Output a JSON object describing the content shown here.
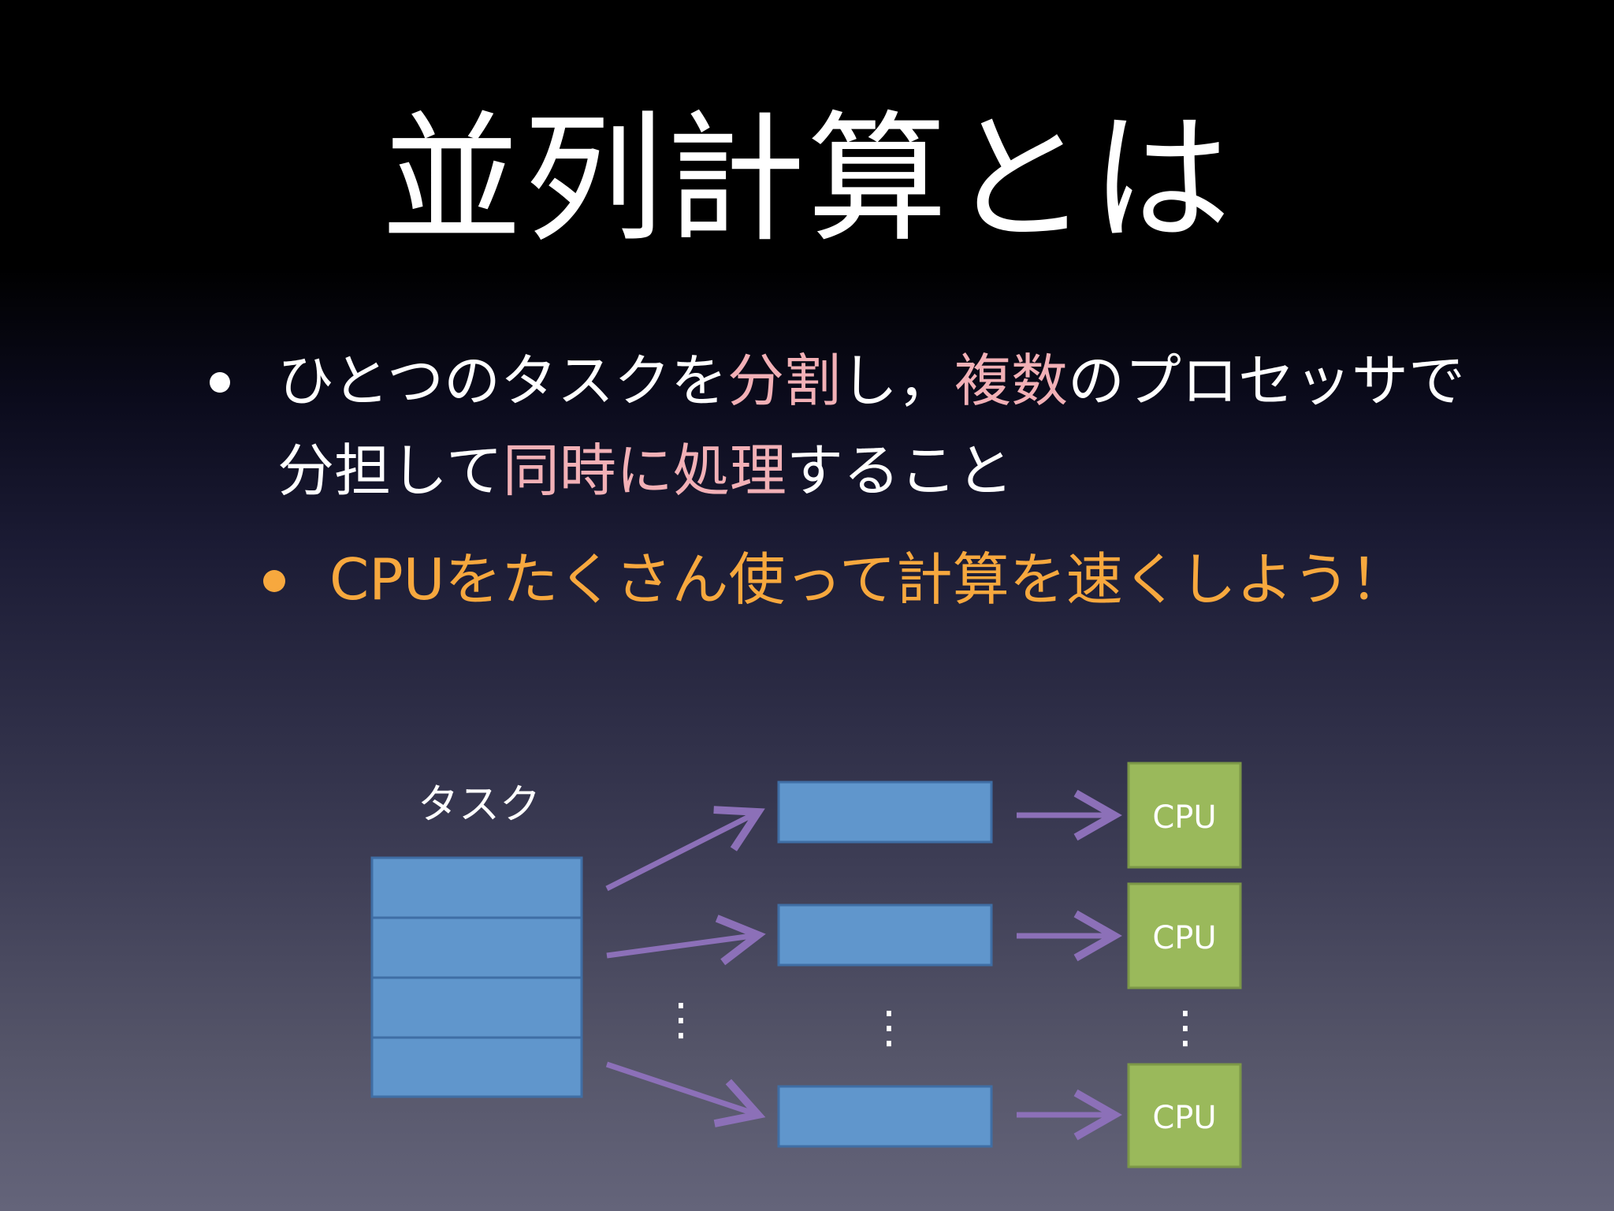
{
  "title": "並列計算とは",
  "bullet1": {
    "segments": [
      {
        "text": "ひとつのタスクを",
        "style": "white"
      },
      {
        "text": "分割",
        "style": "pink"
      },
      {
        "text": "し，",
        "style": "white"
      },
      {
        "text": "複数",
        "style": "pink"
      },
      {
        "text": "のプロセッサで",
        "style": "white"
      }
    ],
    "continuation": [
      {
        "text": "分担して",
        "style": "white"
      },
      {
        "text": "同時に処理",
        "style": "pink"
      },
      {
        "text": "すること",
        "style": "white"
      }
    ]
  },
  "bullet2": {
    "text": "CPUをたくさん使って計算を速くしよう！"
  },
  "diagram": {
    "task_label": "タスク",
    "cpu_label": "CPU",
    "ellipsis": "⋮",
    "colors": {
      "task_block": "#6096cc",
      "task_border": "#3f6ea5",
      "cpu_block": "#9ab95b",
      "cpu_border": "#7c9847",
      "arrow": "#8c70b8",
      "label": "#ffffff",
      "ellipsis": "#ffffff"
    }
  },
  "colors": {
    "title": "#ffffff",
    "text": "#ffffff",
    "highlight_pink": "#f2b0b6",
    "highlight_orange": "#f7a83e"
  }
}
